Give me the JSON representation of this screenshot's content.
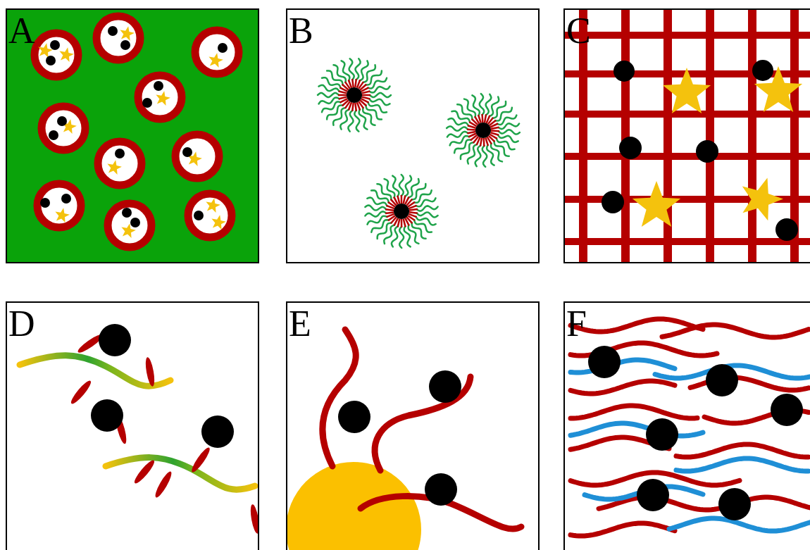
{
  "diagram": {
    "nodes": [
      {
        "text": [
          "A"
        ]
      },
      {
        "text": [
          "B"
        ]
      },
      {
        "text": [
          "C"
        ]
      },
      {
        "text": [
          "D"
        ]
      },
      {
        "text": [
          "E"
        ]
      },
      {
        "text": [
          "F"
        ]
      }
    ]
  }
}
